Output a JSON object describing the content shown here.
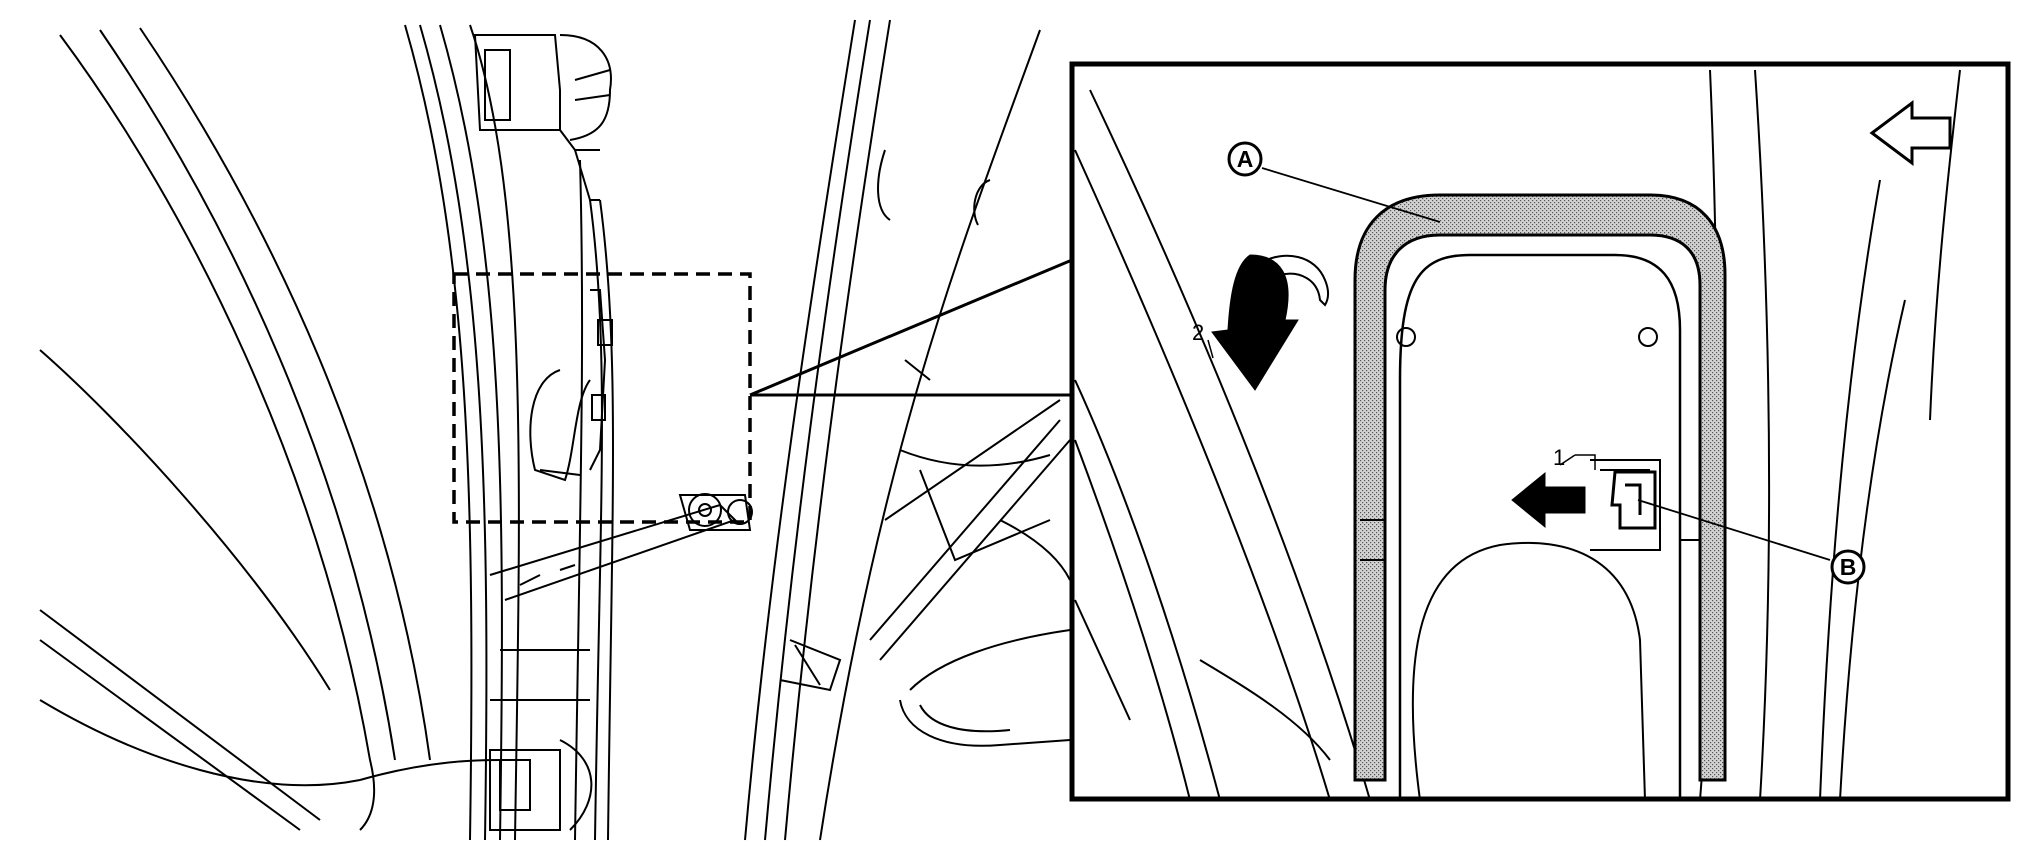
{
  "labels": {
    "callout_a": "A",
    "callout_b": "B",
    "step_1": "1",
    "step_2": "2"
  },
  "icons": {
    "front_direction": "left-arrow-outline-icon",
    "release_push": "left-arrow-filled-icon",
    "lift_rotate": "curved-arrow-down-icon"
  },
  "colors": {
    "line": "#000000",
    "background": "#ffffff",
    "trim_fill": "#bdbdbd"
  }
}
